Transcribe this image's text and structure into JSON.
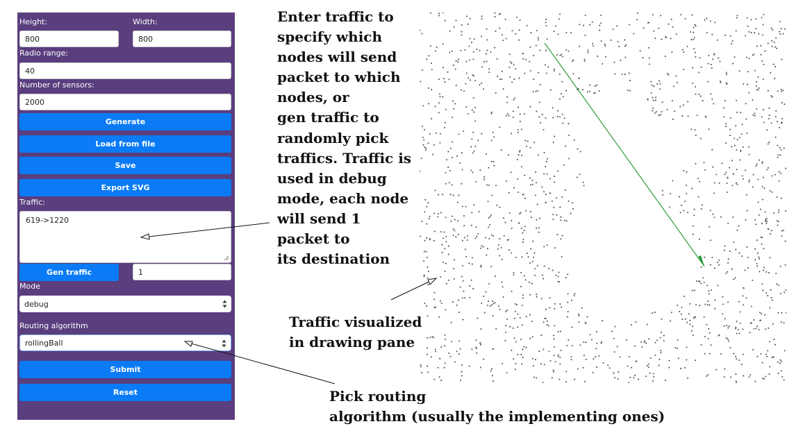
{
  "form": {
    "height_label": "Height:",
    "height_value": "800",
    "width_label": "Width:",
    "width_value": "800",
    "radio_range_label": "Radio range:",
    "radio_range_value": "40",
    "num_sensors_label": "Number of sensors:",
    "num_sensors_value": "2000",
    "generate_label": "Generate",
    "load_label": "Load from file",
    "save_label": "Save",
    "export_label": "Export SVG",
    "traffic_label": "Traffic:",
    "traffic_value": "619->1220",
    "gen_traffic_label": "Gen traffic",
    "gen_traffic_count": "1",
    "mode_label": "Mode",
    "mode_value": "debug",
    "routing_label": "Routing algorithm",
    "routing_value": "rollingBall",
    "submit_label": "Submit",
    "reset_label": "Reset"
  },
  "annotations": {
    "traffic_note": "Enter traffic to\nspecify which\nnodes will send\npacket to which\nnodes, or\ngen traffic to\nrandomly pick\ntraffics. Traffic is\nused in debug\nmode, each node\nwill send 1\npacket to\nits destination",
    "visualized_note": "Traffic visualized\nin drawing pane",
    "routing_note": "Pick routing\nalgorithm (usually the implementing ones)"
  },
  "colors": {
    "panel_bg": "#5a3e7e",
    "button": "#0b7bf5",
    "route_line": "#2e9a3a",
    "node_dot": "#555555"
  }
}
